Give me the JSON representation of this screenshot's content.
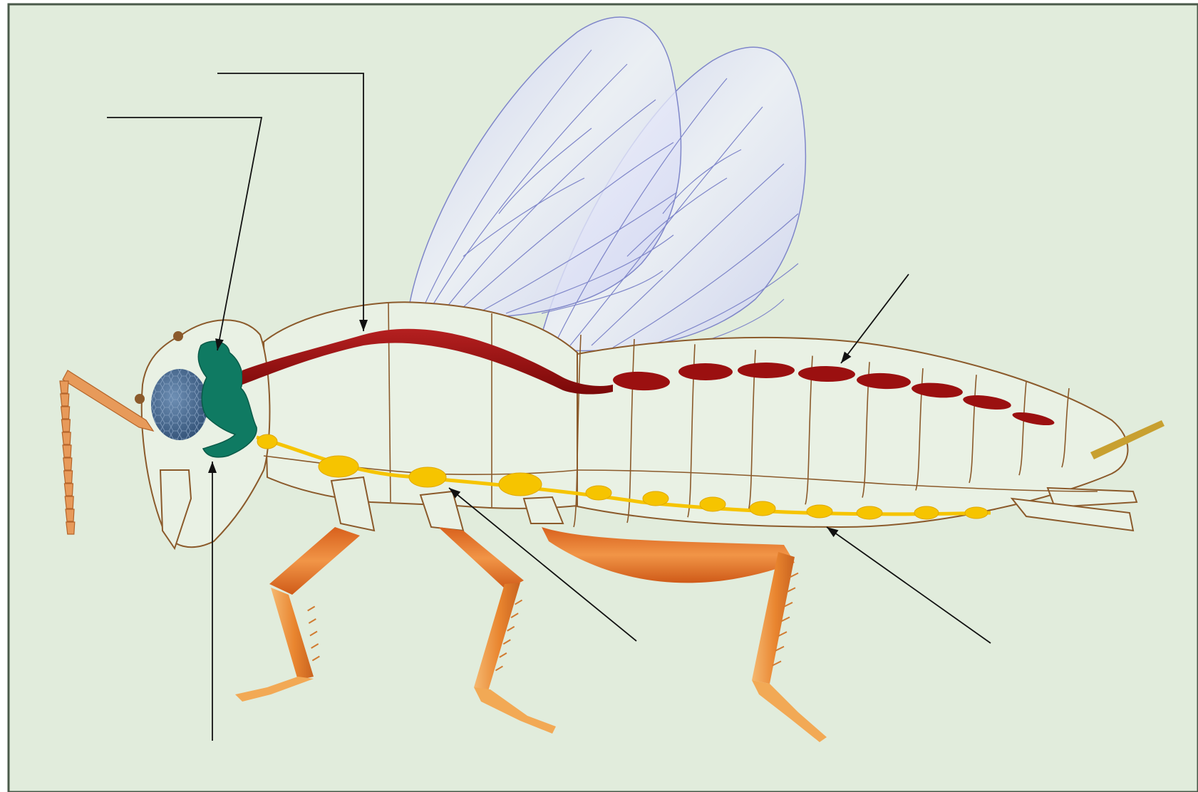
{
  "diagram": {
    "type": "insect anatomy diagram",
    "labels": [],
    "leader_lines": [
      {
        "name": "brain-leader",
        "points_to": "brain"
      },
      {
        "name": "dorsal-vessel-leader",
        "points_to": "dorsal-vessel"
      },
      {
        "name": "subesophageal-ganglion-leader",
        "points_to": "subesophageal-ganglion"
      },
      {
        "name": "heart-leader",
        "points_to": "heart"
      },
      {
        "name": "thoracic-ganglion-leader",
        "points_to": "thoracic-ganglion"
      },
      {
        "name": "ventral-nerve-cord-leader",
        "points_to": "ventral-nerve-cord"
      }
    ],
    "colors": {
      "background": "#e1ecdc",
      "frame": "#4a5a4a",
      "outline": "#8b5a2b",
      "heart": "#9b1010",
      "nerve_cord": "#f6c400",
      "brain": "#0f7a62",
      "eye": "#4d6e92",
      "wing_fill": "#cfd4f2",
      "wing_vein": "#7f86c9",
      "leg": "#e7822e",
      "leg_light": "#f4b25e",
      "antenna": "#e79a5a",
      "cercus": "#c8a030",
      "leader": "#111111"
    }
  }
}
